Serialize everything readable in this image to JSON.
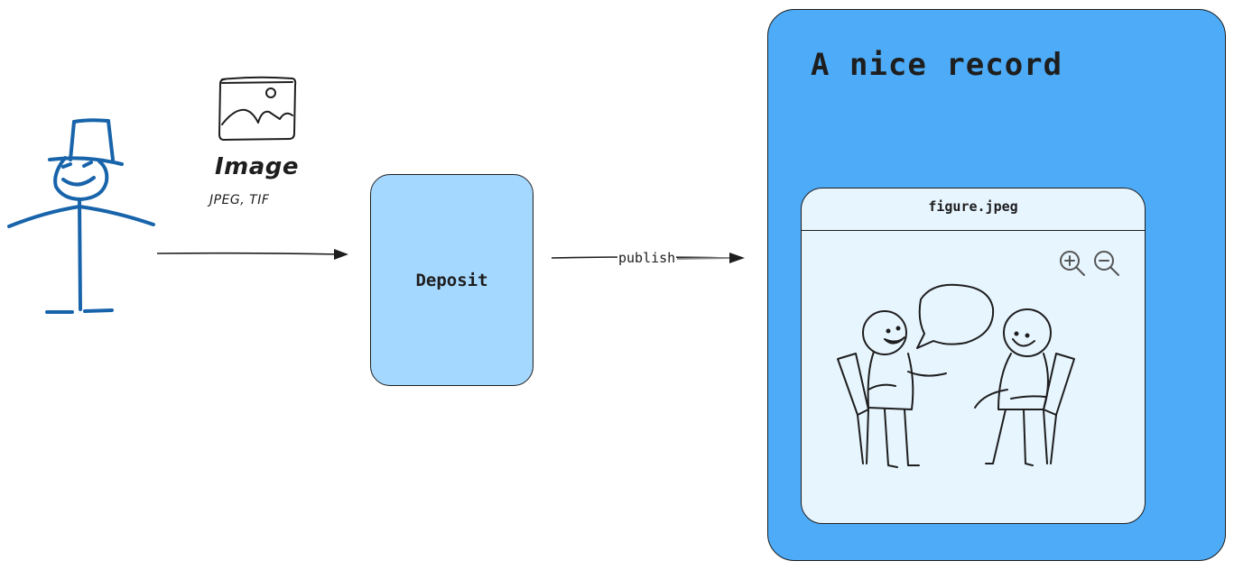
{
  "diagram": {
    "image_source": {
      "icon": "image-icon",
      "label": "Image",
      "formats": "JPEG, TIF"
    },
    "actor": {
      "icon": "stick-figure-top-hat-icon"
    },
    "deposit": {
      "label": "Deposit"
    },
    "edges": {
      "actor_to_deposit": {
        "label": ""
      },
      "deposit_to_record": {
        "label": "publish"
      }
    },
    "record": {
      "title": "A nice record",
      "figure": {
        "filename": "figure.jpeg",
        "controls": [
          "zoom-in-icon",
          "zoom-out-icon"
        ],
        "illustration": "two-people-talking-illustration"
      }
    },
    "colors": {
      "actor_stroke": "#1864ab",
      "deposit_fill": "#a5d8ff",
      "record_fill": "#4dabf7",
      "figure_fill": "#e7f5ff",
      "stroke": "#1e1e1e"
    }
  }
}
